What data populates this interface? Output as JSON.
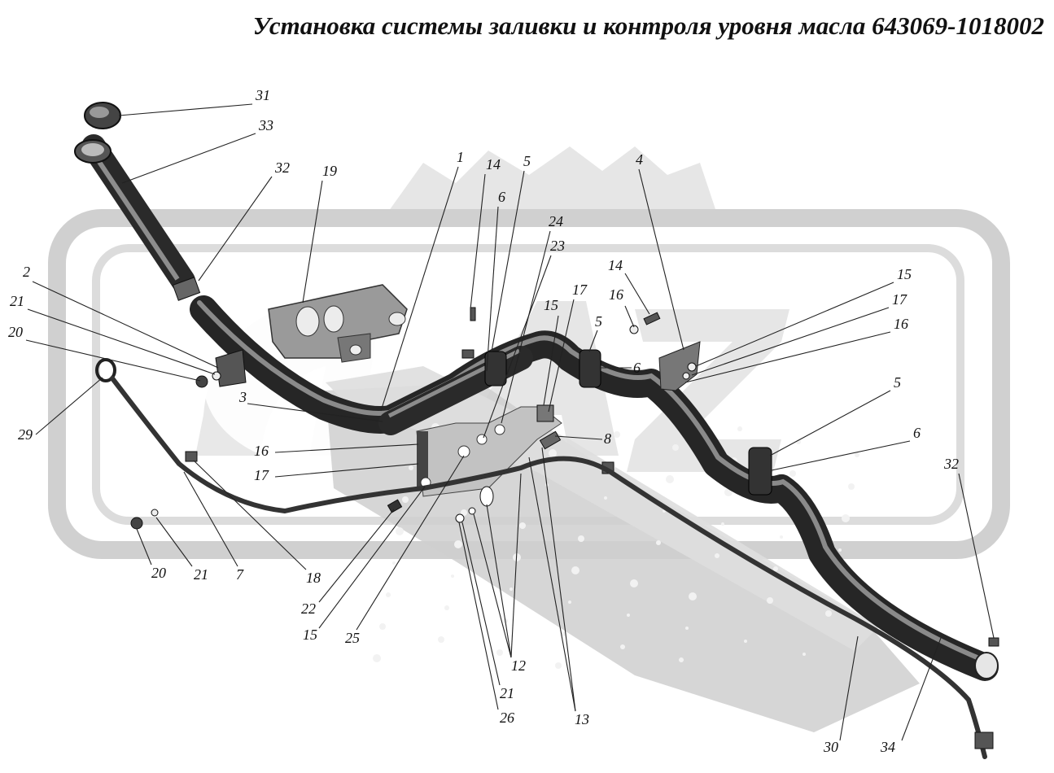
{
  "title": "Установка системы заливки и контроля уровня масла 643069-1018002",
  "watermark": "МАЗ",
  "colors": {
    "pipe": "#2b2b2b",
    "pipe_highlight": "#8a8a8a",
    "watermark": "#e2e2e2",
    "frame": "#c9c9c9",
    "ink": "#111111"
  },
  "callouts": [
    {
      "id": "c-31",
      "text": "31"
    },
    {
      "id": "c-33",
      "text": "33"
    },
    {
      "id": "c-32a",
      "text": "32"
    },
    {
      "id": "c-19",
      "text": "19"
    },
    {
      "id": "c-1",
      "text": "1"
    },
    {
      "id": "c-14a",
      "text": "14"
    },
    {
      "id": "c-5a",
      "text": "5"
    },
    {
      "id": "c-6a",
      "text": "6"
    },
    {
      "id": "c-24",
      "text": "24"
    },
    {
      "id": "c-23",
      "text": "23"
    },
    {
      "id": "c-4",
      "text": "4"
    },
    {
      "id": "c-14b",
      "text": "14"
    },
    {
      "id": "c-16a",
      "text": "16"
    },
    {
      "id": "c-15a",
      "text": "15"
    },
    {
      "id": "c-17a",
      "text": "17"
    },
    {
      "id": "c-5b",
      "text": "5"
    },
    {
      "id": "c-6b",
      "text": "6"
    },
    {
      "id": "c-15b",
      "text": "15"
    },
    {
      "id": "c-17b",
      "text": "17"
    },
    {
      "id": "c-16b",
      "text": "16"
    },
    {
      "id": "c-5c",
      "text": "5"
    },
    {
      "id": "c-6c",
      "text": "6"
    },
    {
      "id": "c-32b",
      "text": "32"
    },
    {
      "id": "c-2",
      "text": "2"
    },
    {
      "id": "c-21a",
      "text": "21"
    },
    {
      "id": "c-20a",
      "text": "20"
    },
    {
      "id": "c-29",
      "text": "29"
    },
    {
      "id": "c-3",
      "text": "3"
    },
    {
      "id": "c-16c",
      "text": "16"
    },
    {
      "id": "c-17c",
      "text": "17"
    },
    {
      "id": "c-8",
      "text": "8"
    },
    {
      "id": "c-20b",
      "text": "20"
    },
    {
      "id": "c-21b",
      "text": "21"
    },
    {
      "id": "c-7",
      "text": "7"
    },
    {
      "id": "c-18",
      "text": "18"
    },
    {
      "id": "c-22",
      "text": "22"
    },
    {
      "id": "c-15c",
      "text": "15"
    },
    {
      "id": "c-25",
      "text": "25"
    },
    {
      "id": "c-12",
      "text": "12"
    },
    {
      "id": "c-21c",
      "text": "21"
    },
    {
      "id": "c-26",
      "text": "26"
    },
    {
      "id": "c-13",
      "text": "13"
    },
    {
      "id": "c-30",
      "text": "30"
    },
    {
      "id": "c-34",
      "text": "34"
    }
  ]
}
